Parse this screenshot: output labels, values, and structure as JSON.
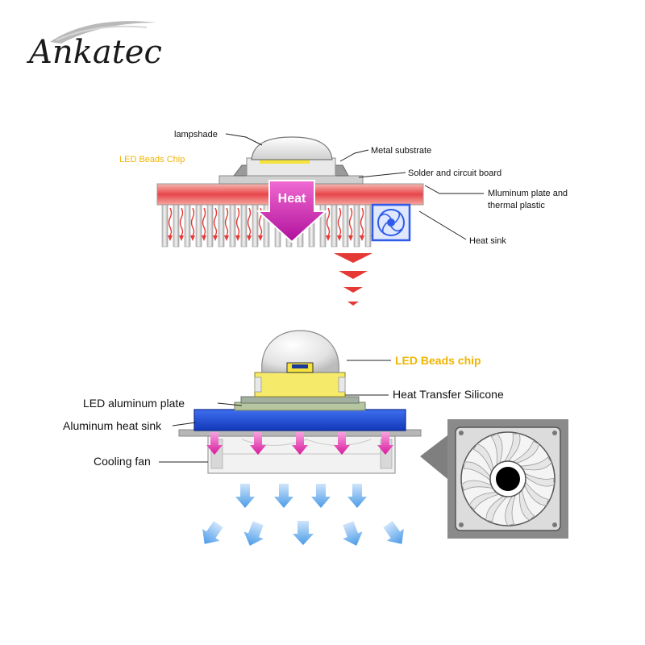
{
  "brand": {
    "logo_text": "Ankatec"
  },
  "top_diagram": {
    "labels": {
      "lampshade": "lampshade",
      "led_chip": "LED Beads Chip",
      "metal_substrate": "Metal substrate",
      "solder": "Solder and circuit board",
      "aluminum_plate_1": "Mluminum plate and",
      "aluminum_plate_2": "thermal plastic",
      "heat_sink": "Heat sink"
    },
    "heat_arrow_text": "Heat"
  },
  "bottom_diagram": {
    "labels": {
      "led_chip": "LED Beads chip",
      "heat_transfer": "Heat Transfer Silicone",
      "led_plate": "LED aluminum plate",
      "heat_sink": "Aluminum heat sink",
      "cooling_fan": "Cooling fan"
    }
  },
  "colors": {
    "led_label": "#f0b400",
    "heat_red": "#e53935",
    "heat_magenta": "#d81b9c",
    "sink_blue": "#1e4fd8",
    "chip_yellow": "#f5e33c",
    "air_blue": "#6fb3f0"
  },
  "icons": {
    "fan_icon": "fan-icon",
    "heat_arrow": "down-arrow-icon"
  }
}
